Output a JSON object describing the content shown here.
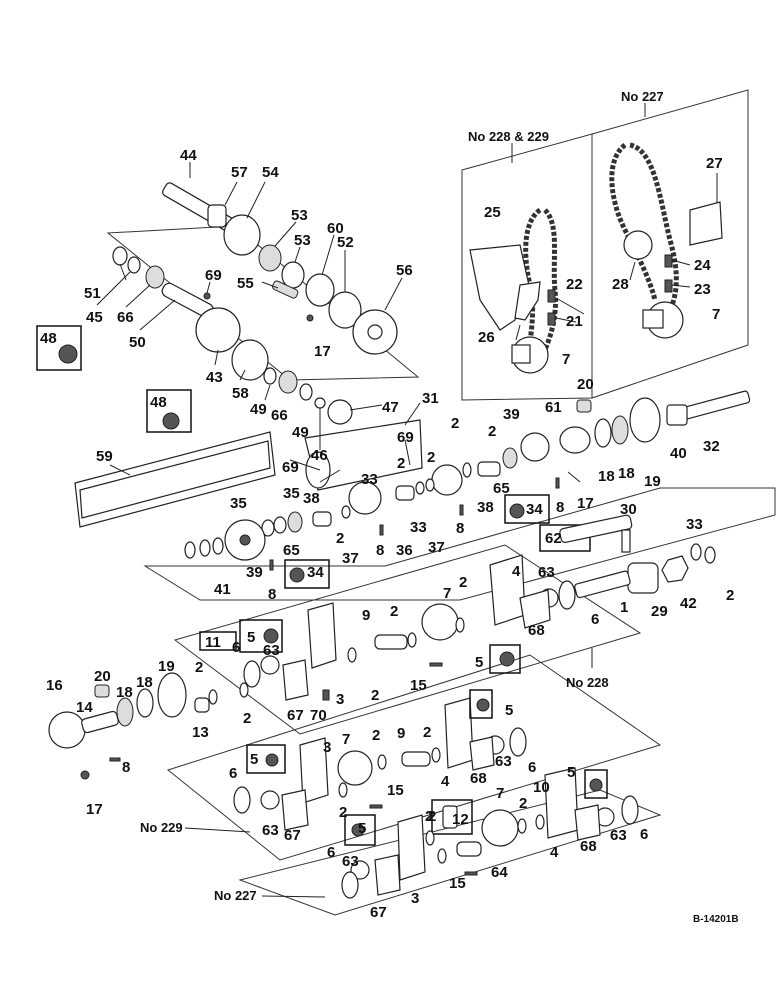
{
  "diagram": {
    "drawing_number": "B-14201B",
    "group_labels": {
      "no227_top": "No 227",
      "no228_229": "No 228 & 229",
      "no228": "No 228",
      "no229": "No 229",
      "no227_bottom": "No 227"
    },
    "callouts": {
      "c44": "44",
      "c57": "57",
      "c54": "54",
      "c53a": "53",
      "c53b": "53",
      "c60": "60",
      "c52": "52",
      "c51": "51",
      "c45": "45",
      "c66a": "66",
      "c50": "50",
      "c69a": "69",
      "c55": "55",
      "c56": "56",
      "c17a": "17",
      "c48a": "48",
      "c43": "43",
      "c58": "58",
      "c49a": "49",
      "c66b": "66",
      "c49b": "49",
      "c46": "46",
      "c47": "47",
      "c48b": "48",
      "c59": "59",
      "c31": "31",
      "c25": "25",
      "c22": "22",
      "c21": "21",
      "c26": "26",
      "c7a": "7",
      "c27": "27",
      "c24": "24",
      "c28": "28",
      "c23": "23",
      "c7b": "7",
      "c20a": "20",
      "c2a": "2",
      "c2b": "2",
      "c39a": "39",
      "c61": "61",
      "c32": "32",
      "c40": "40",
      "c18a": "18",
      "c18b": "18",
      "c19a": "19",
      "c69b": "69",
      "c69c": "69",
      "c33a": "33",
      "c2c": "2",
      "c2d": "2",
      "c38a": "38",
      "c65a": "65",
      "c17b": "17",
      "c35a": "35",
      "c35b": "35",
      "c38b": "38",
      "c2e": "2",
      "c37a": "37",
      "c36": "36",
      "c33b": "33",
      "c8a": "8",
      "c8b": "8",
      "c37b": "37",
      "c34a": "34",
      "c8c": "8",
      "c30": "30",
      "c62": "62",
      "c33c": "33",
      "c39b": "39",
      "c65b": "65",
      "c34b": "34",
      "c8d": "8",
      "c41": "41",
      "c42": "42",
      "c29": "29",
      "c2f": "2",
      "c1": "1",
      "c4a": "4",
      "c63a": "63",
      "c6a": "6",
      "c68a": "68",
      "c9a": "9",
      "c7c": "7",
      "c2g": "2",
      "c2h": "2",
      "c15a": "15",
      "c5a": "5",
      "c11": "11",
      "c5b": "5",
      "c6b": "6",
      "c63b": "63",
      "c3a": "3",
      "c2i": "2",
      "c67a": "67",
      "c70": "70",
      "c16": "16",
      "c20b": "20",
      "c14": "14",
      "c18c": "18",
      "c18d": "18",
      "c19b": "19",
      "c2j": "2",
      "c13": "13",
      "c2k": "2",
      "c8e": "8",
      "c17c": "17",
      "c3b": "3",
      "c7d": "7",
      "c2l": "2",
      "c9b": "9",
      "c2m": "2",
      "c5c": "5",
      "c4b": "4",
      "c5d": "5",
      "c6c": "6",
      "c68b": "68",
      "c63c": "63",
      "c15b": "15",
      "c5e": "5",
      "c2n": "2",
      "c6d": "6",
      "c63d": "63",
      "c67b": "67",
      "c7e": "7",
      "c10": "10",
      "c5f": "5",
      "c2o": "2",
      "c12": "12",
      "c2p": "2",
      "c4c": "4",
      "c68c": "68",
      "c63e": "63",
      "c6e": "6",
      "c64": "64",
      "c5g": "5",
      "c6f": "6",
      "c63f": "63",
      "c3c": "3",
      "c15c": "15",
      "c67c": "67",
      "c2q": "2"
    }
  }
}
